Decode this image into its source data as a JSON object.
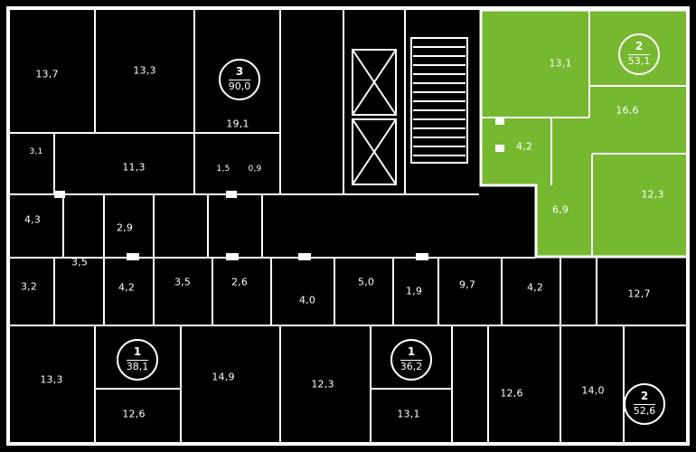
{
  "meta": {
    "background": "#000000",
    "wall_color": "#ffffff",
    "highlight": "#76b82f",
    "text_color": "#ffffff"
  },
  "selected_apartment": {
    "badge": {
      "rooms": "2",
      "area": "53,1"
    },
    "rooms": [
      {
        "label": "13,1"
      },
      {
        "label": "16,6"
      },
      {
        "label": "4,2"
      },
      {
        "label": "6,9"
      },
      {
        "label": "12,3"
      }
    ]
  },
  "badges": [
    {
      "rooms": "3",
      "area": "90,0"
    },
    {
      "rooms": "1",
      "area": "38,1"
    },
    {
      "rooms": "1",
      "area": "36,2"
    },
    {
      "rooms": "2",
      "area": "52,6"
    }
  ],
  "room_labels": [
    {
      "label": "13,7"
    },
    {
      "label": "13,3"
    },
    {
      "label": "19,1"
    },
    {
      "label": "11,3"
    },
    {
      "label": "3,1"
    },
    {
      "label": "4,3"
    },
    {
      "label": "2,9"
    },
    {
      "label": "3,5"
    },
    {
      "label": "3,2"
    },
    {
      "label": "4,2"
    },
    {
      "label": "3,5"
    },
    {
      "label": "2,6"
    },
    {
      "label": "4,0"
    },
    {
      "label": "5,0"
    },
    {
      "label": "1,9"
    },
    {
      "label": "9,7"
    },
    {
      "label": "4,2"
    },
    {
      "label": "12,7"
    },
    {
      "label": "13,3"
    },
    {
      "label": "12,6"
    },
    {
      "label": "14,9"
    },
    {
      "label": "12,3"
    },
    {
      "label": "13,1"
    },
    {
      "label": "12,6"
    },
    {
      "label": "14,0"
    },
    {
      "label": "1,5"
    },
    {
      "label": "0,9"
    }
  ]
}
